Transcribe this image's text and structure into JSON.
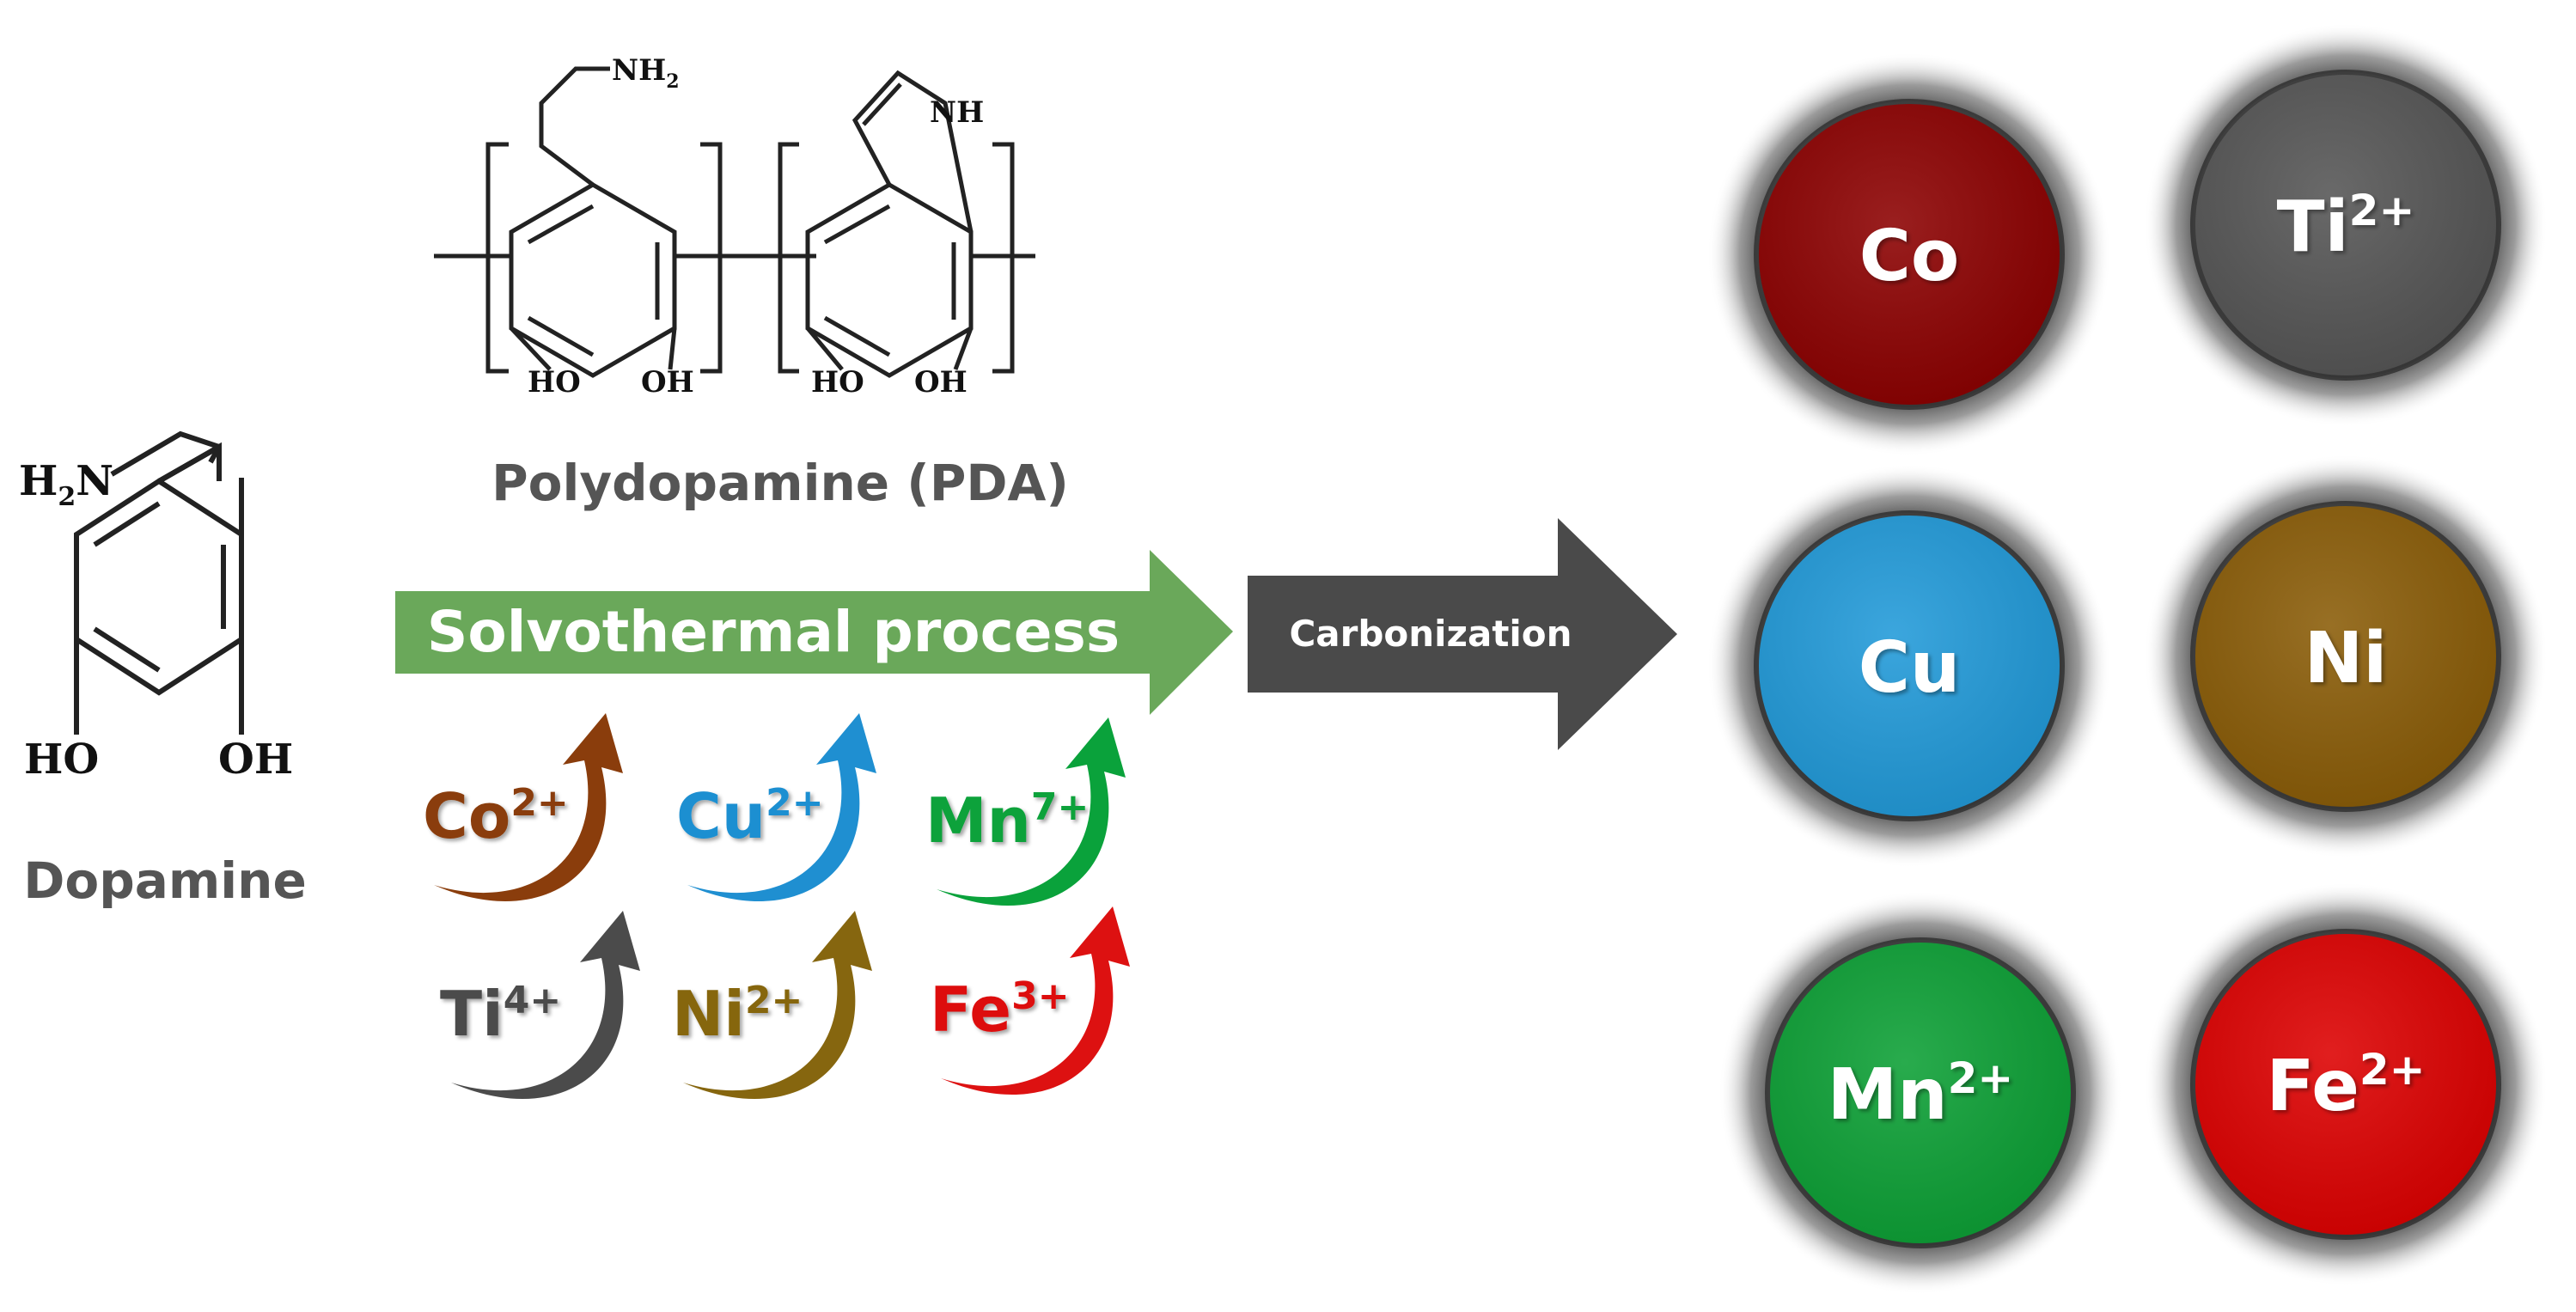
{
  "dopamine": {
    "label": "Dopamine",
    "amine": "H",
    "amine_sub": "2",
    "amine_n": "N",
    "oh_left": "HO",
    "oh_right": "OH"
  },
  "pda": {
    "label": "Polydopamine (PDA)",
    "nh2": "NH",
    "nh2_sub": "2",
    "nh": "NH",
    "ho1": "HO",
    "oh1": "OH",
    "ho2": "HO",
    "oh2": "OH"
  },
  "process": {
    "solvothermal_label": "Solvothermal process",
    "carbonization_label": "Carbonization",
    "solvothermal_color": "#6aa85a",
    "carbonization_color": "#4a4a4a"
  },
  "ions": [
    {
      "base": "Co",
      "sup": "2+",
      "color": "#8a3d0c"
    },
    {
      "base": "Cu",
      "sup": "2+",
      "color": "#1f8fd1"
    },
    {
      "base": "Mn",
      "sup": "7+",
      "color": "#0aa23b"
    },
    {
      "base": "Ti",
      "sup": "4+",
      "color": "#4b4b4b"
    },
    {
      "base": "Ni",
      "sup": "2+",
      "color": "#86660f"
    },
    {
      "base": "Fe",
      "sup": "3+",
      "color": "#dd1111"
    }
  ],
  "products": [
    {
      "base": "Co",
      "sup": "",
      "color": "#8c0000"
    },
    {
      "base": "Ti",
      "sup": "2+",
      "color": "#555555"
    },
    {
      "base": "Cu",
      "sup": "",
      "color": "#219ad9"
    },
    {
      "base": "Ni",
      "sup": "",
      "color": "#8a5c07"
    },
    {
      "base": "Mn",
      "sup": "2+",
      "color": "#0ca035"
    },
    {
      "base": "Fe",
      "sup": "2+",
      "color": "#dd0000"
    }
  ]
}
